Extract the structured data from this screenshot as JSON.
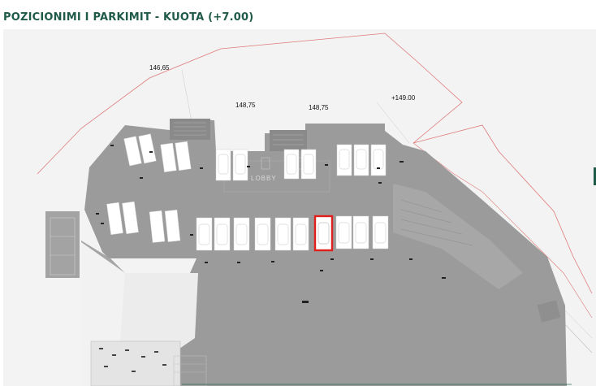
{
  "page": {
    "title": "POZICIONIMI I PARKIMIT - KUOTA (+7.00)"
  },
  "plan": {
    "elevations": [
      "146,65",
      "148,75",
      "148,75",
      "+149.00"
    ],
    "lobby_label": "LOBBY",
    "highlight_color": "#e0201c",
    "outline_color": "#e07a7a",
    "floor_color": "#9b9b9b"
  }
}
